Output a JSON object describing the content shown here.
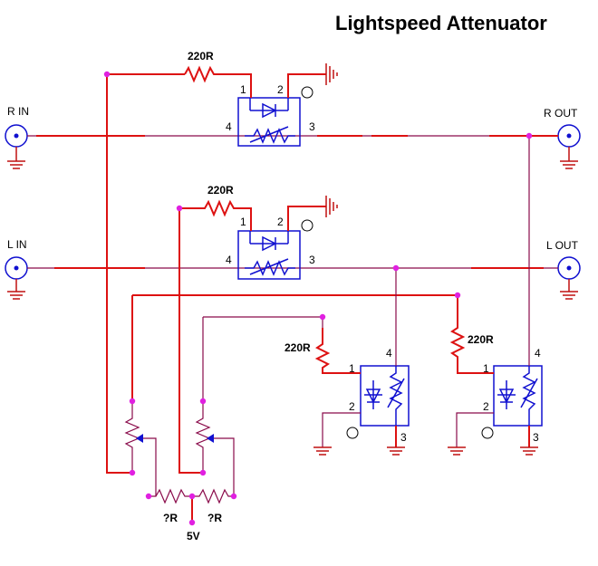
{
  "title": "Lightspeed Attenuator",
  "labels": {
    "r_in": "R IN",
    "r_out": "R  OUT",
    "l_in": "L IN",
    "l_out": "L OUT",
    "res_top": "220R",
    "res_mid": "220R",
    "res_ldr3": "220R",
    "res_ldr4": "220R",
    "pot_left": "?R",
    "pot_right": "?R",
    "supply": "5V"
  },
  "pins": {
    "one": "1",
    "two": "2",
    "three": "3",
    "four": "4"
  },
  "colors": {
    "wire_primary": "#dd1111",
    "wire_signal": "#8a0a4a",
    "component": "#1010d0",
    "junction": "#e020e0"
  }
}
